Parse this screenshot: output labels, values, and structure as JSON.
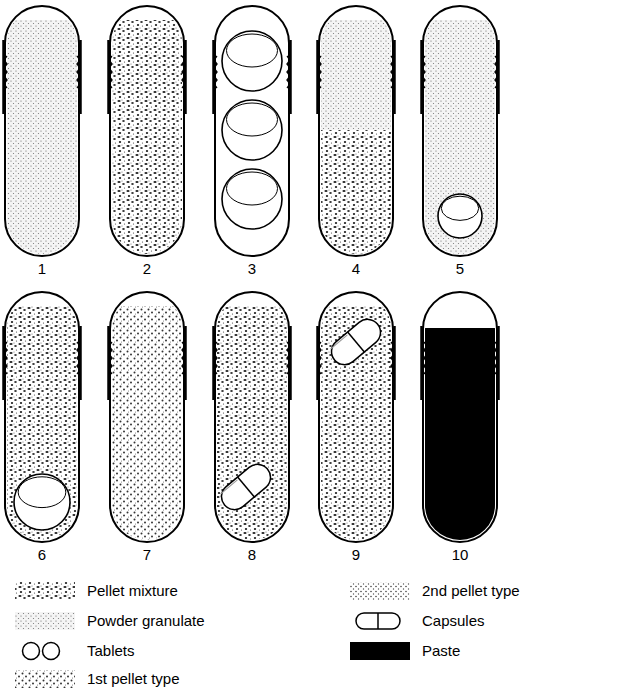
{
  "diagram": {
    "labels": [
      "1",
      "2",
      "3",
      "4",
      "5",
      "6",
      "7",
      "8",
      "9",
      "10"
    ],
    "legend": [
      {
        "text": "Pellet mixture"
      },
      {
        "text": "2nd pellet type"
      },
      {
        "text": "Powder granulate"
      },
      {
        "text": "Capsules"
      },
      {
        "text": "Tablets"
      },
      {
        "text": "Paste",
        "color": "#000000"
      },
      {
        "text": "1st pellet type"
      }
    ]
  }
}
